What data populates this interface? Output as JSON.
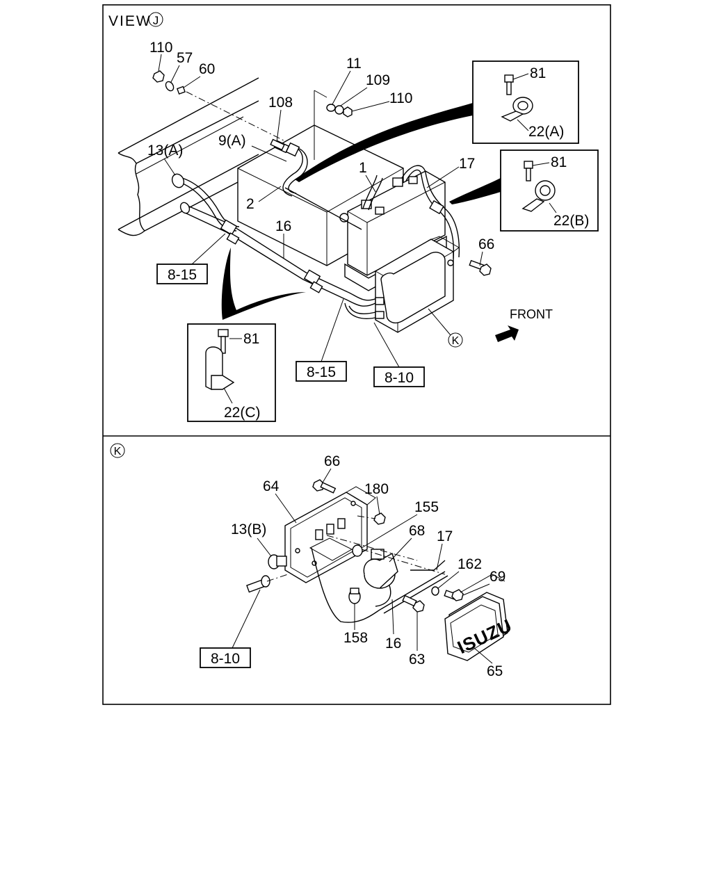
{
  "view_j": {
    "title": "VIEW",
    "title_mark": "J",
    "front_label": "FRONT",
    "callout_k": "K",
    "parts": {
      "p110a": "110",
      "p57": "57",
      "p60": "60",
      "p11": "11",
      "p109": "109",
      "p110b": "110",
      "p108": "108",
      "p9a": "9(A)",
      "p13a": "13(A)",
      "p1": "1",
      "p17": "17",
      "p2": "2",
      "p16": "16",
      "p66": "66"
    },
    "refs": {
      "r1": "8-15",
      "r2": "8-15",
      "r3": "8-10"
    },
    "insets": {
      "a": {
        "bolt": "81",
        "clip": "22(A)"
      },
      "b": {
        "bolt": "81",
        "clip": "22(B)"
      },
      "c": {
        "bolt": "81",
        "clip": "22(C)"
      }
    }
  },
  "view_k": {
    "title_mark": "K",
    "parts": {
      "p66": "66",
      "p64": "64",
      "p180": "180",
      "p155": "155",
      "p13b": "13(B)",
      "p68": "68",
      "p17": "17",
      "p162": "162",
      "p69": "69",
      "p158": "158",
      "p16": "16",
      "p63": "63",
      "p65": "65"
    },
    "ref": "8-10",
    "logo": "ISUZU"
  },
  "icons": [
    "front-arrow-icon",
    "circled-letter-icon"
  ]
}
